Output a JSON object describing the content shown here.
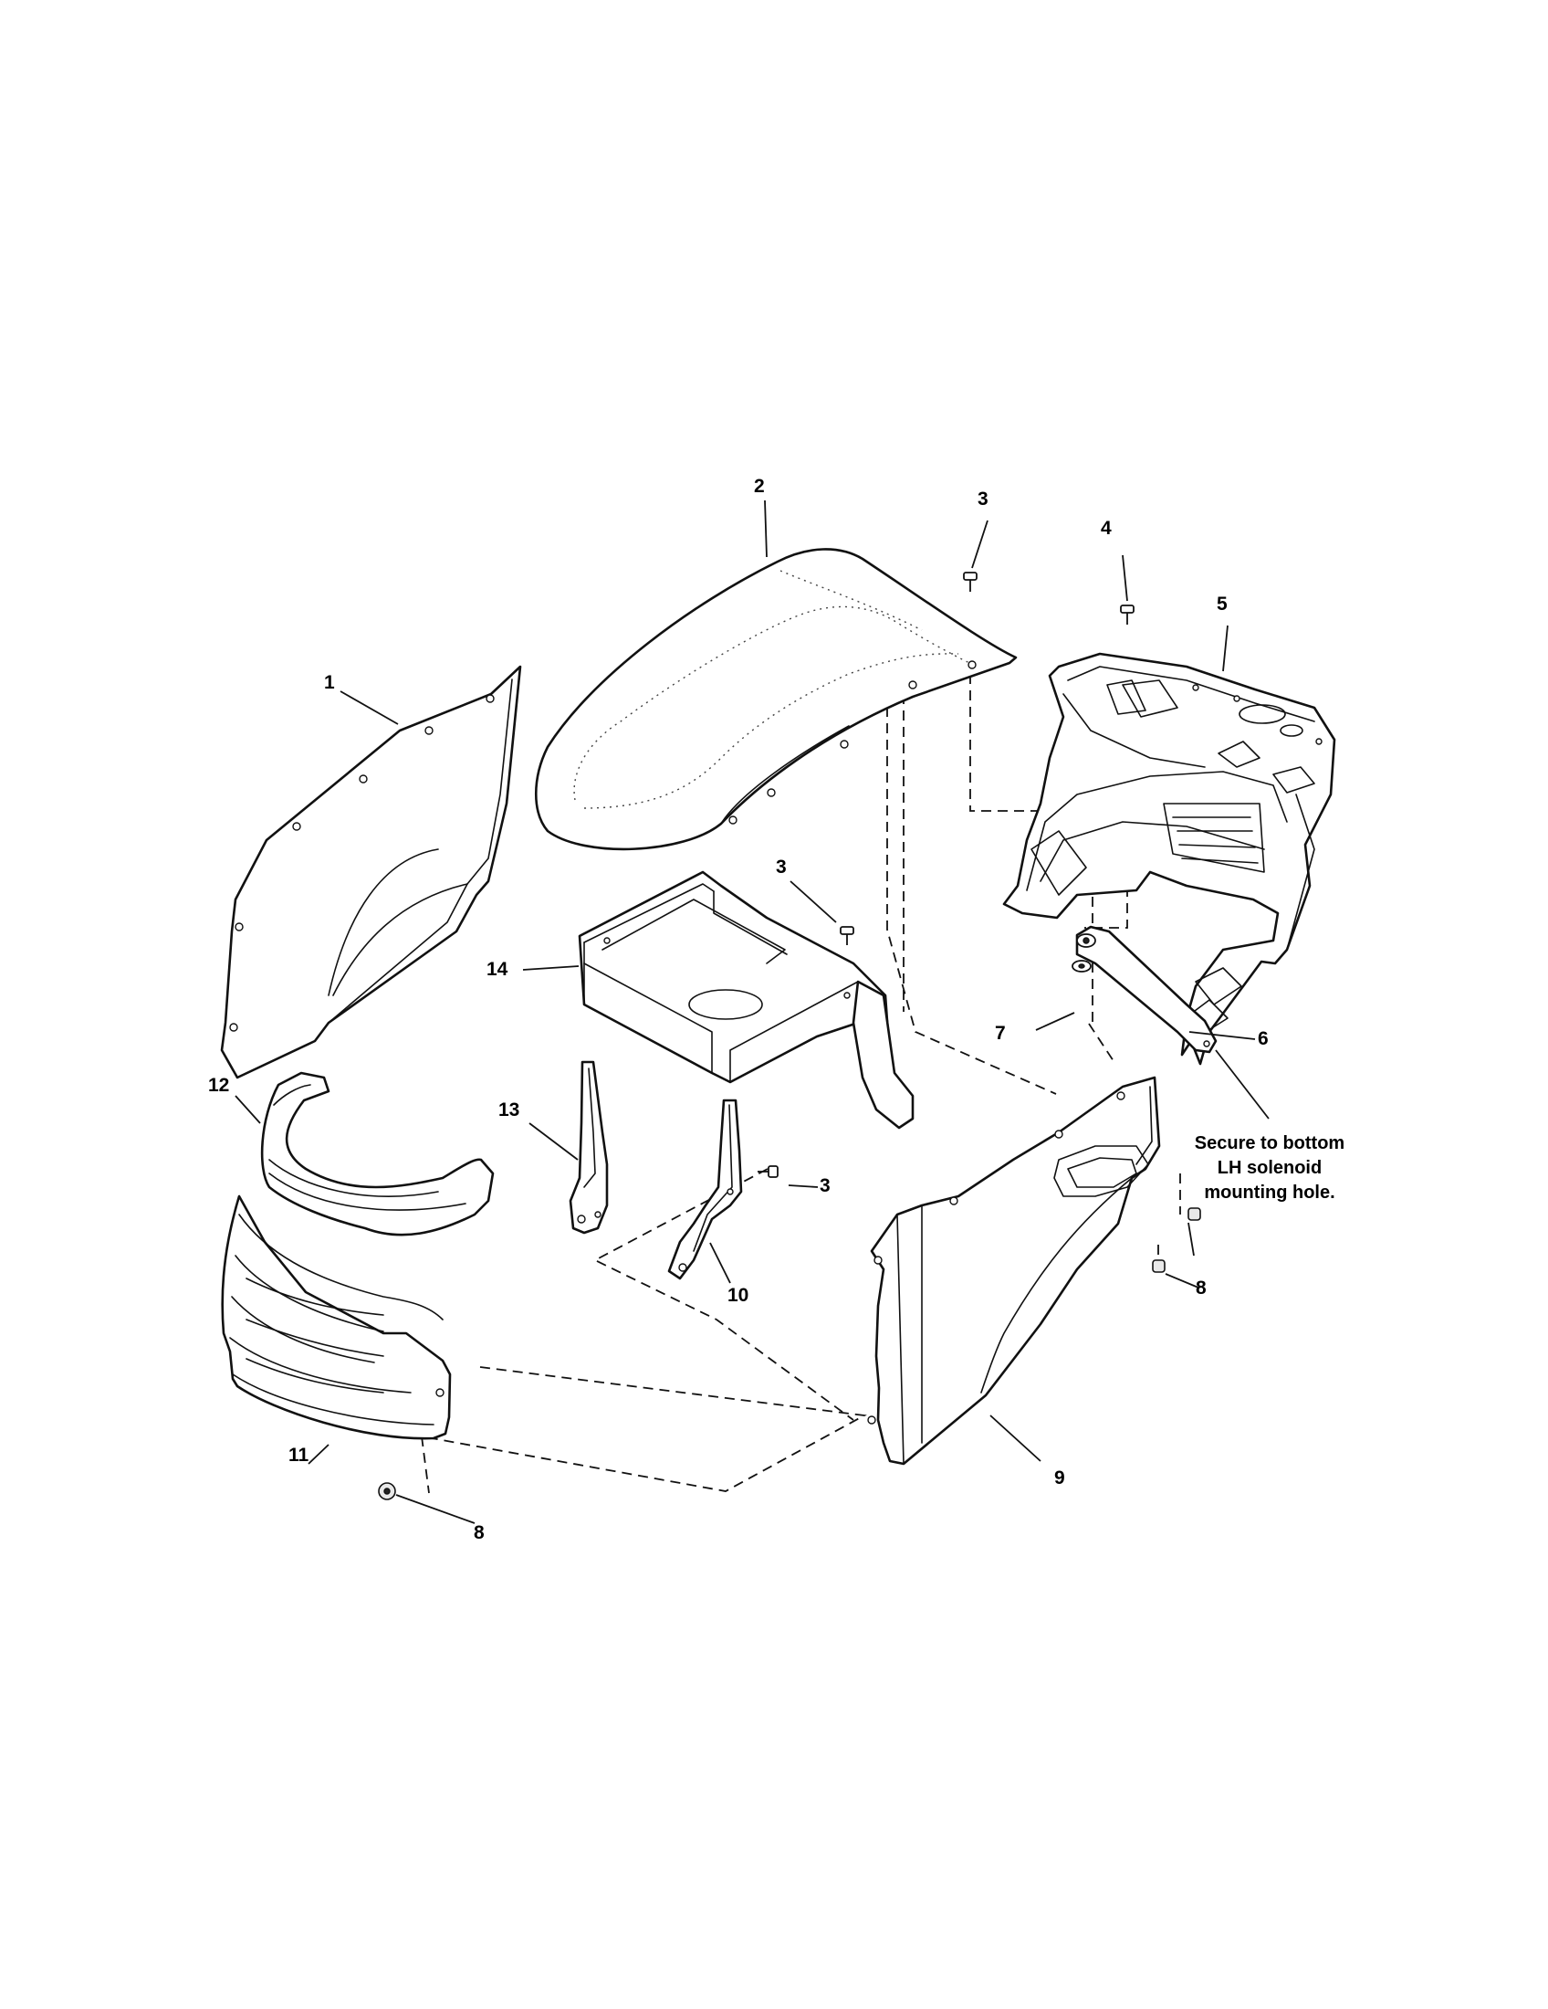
{
  "callouts": {
    "c1": "1",
    "c2": "2",
    "c3a": "3",
    "c3b": "3",
    "c3c": "3",
    "c4": "4",
    "c5": "5",
    "c6": "6",
    "c7": "7",
    "c8a": "8",
    "c8b": "8",
    "c9": "9",
    "c10": "10",
    "c11": "11",
    "c12": "12",
    "c13": "13",
    "c14": "14"
  },
  "note": {
    "line1": "Secure to bottom",
    "line2": "LH solenoid",
    "line3": "mounting hole."
  },
  "icons": [
    "screw-icon",
    "nut-icon",
    "washer-icon"
  ]
}
